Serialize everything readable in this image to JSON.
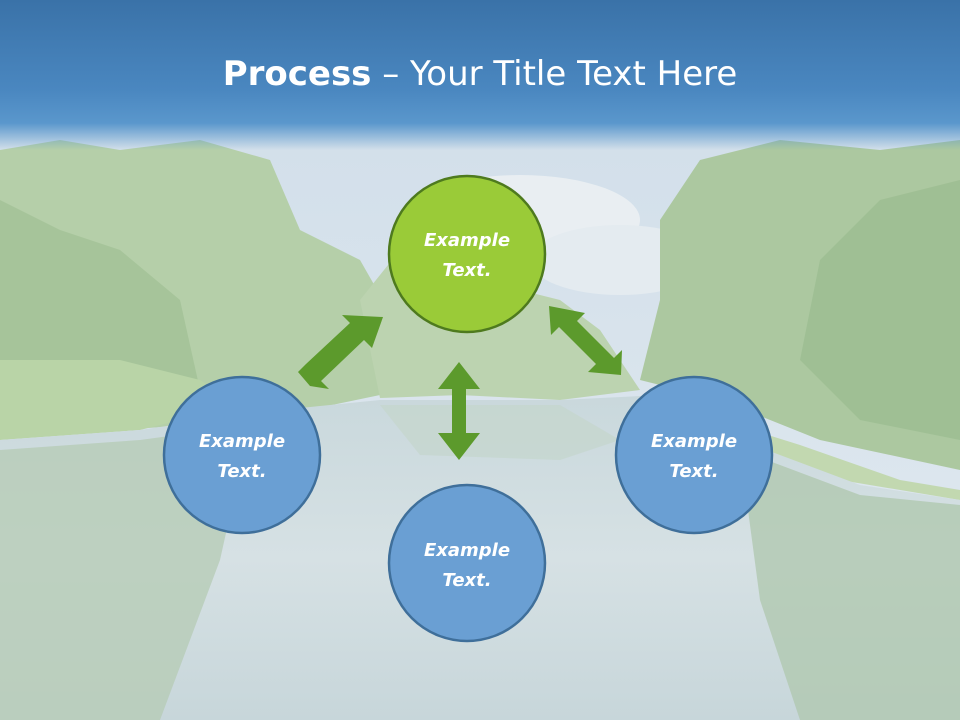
{
  "slide": {
    "title_bold": "Process",
    "title_rest": " – Your Title Text Here"
  },
  "diagram": {
    "nodes": [
      {
        "id": "top",
        "line1": "Example",
        "line2": "Text.",
        "fill": "#9acb38",
        "stroke": "#4e7a1e"
      },
      {
        "id": "left",
        "line1": "Example",
        "line2": "Text.",
        "fill": "#6a9fd3",
        "stroke": "#3f6f9a"
      },
      {
        "id": "right",
        "line1": "Example",
        "line2": "Text.",
        "fill": "#6a9fd3",
        "stroke": "#3f6f9a"
      },
      {
        "id": "bottom",
        "line1": "Example",
        "line2": "Text.",
        "fill": "#6a9fd3",
        "stroke": "#3f6f9a"
      }
    ],
    "arrow_color": "#5c9a2c",
    "header_color": "#4a87c0"
  }
}
